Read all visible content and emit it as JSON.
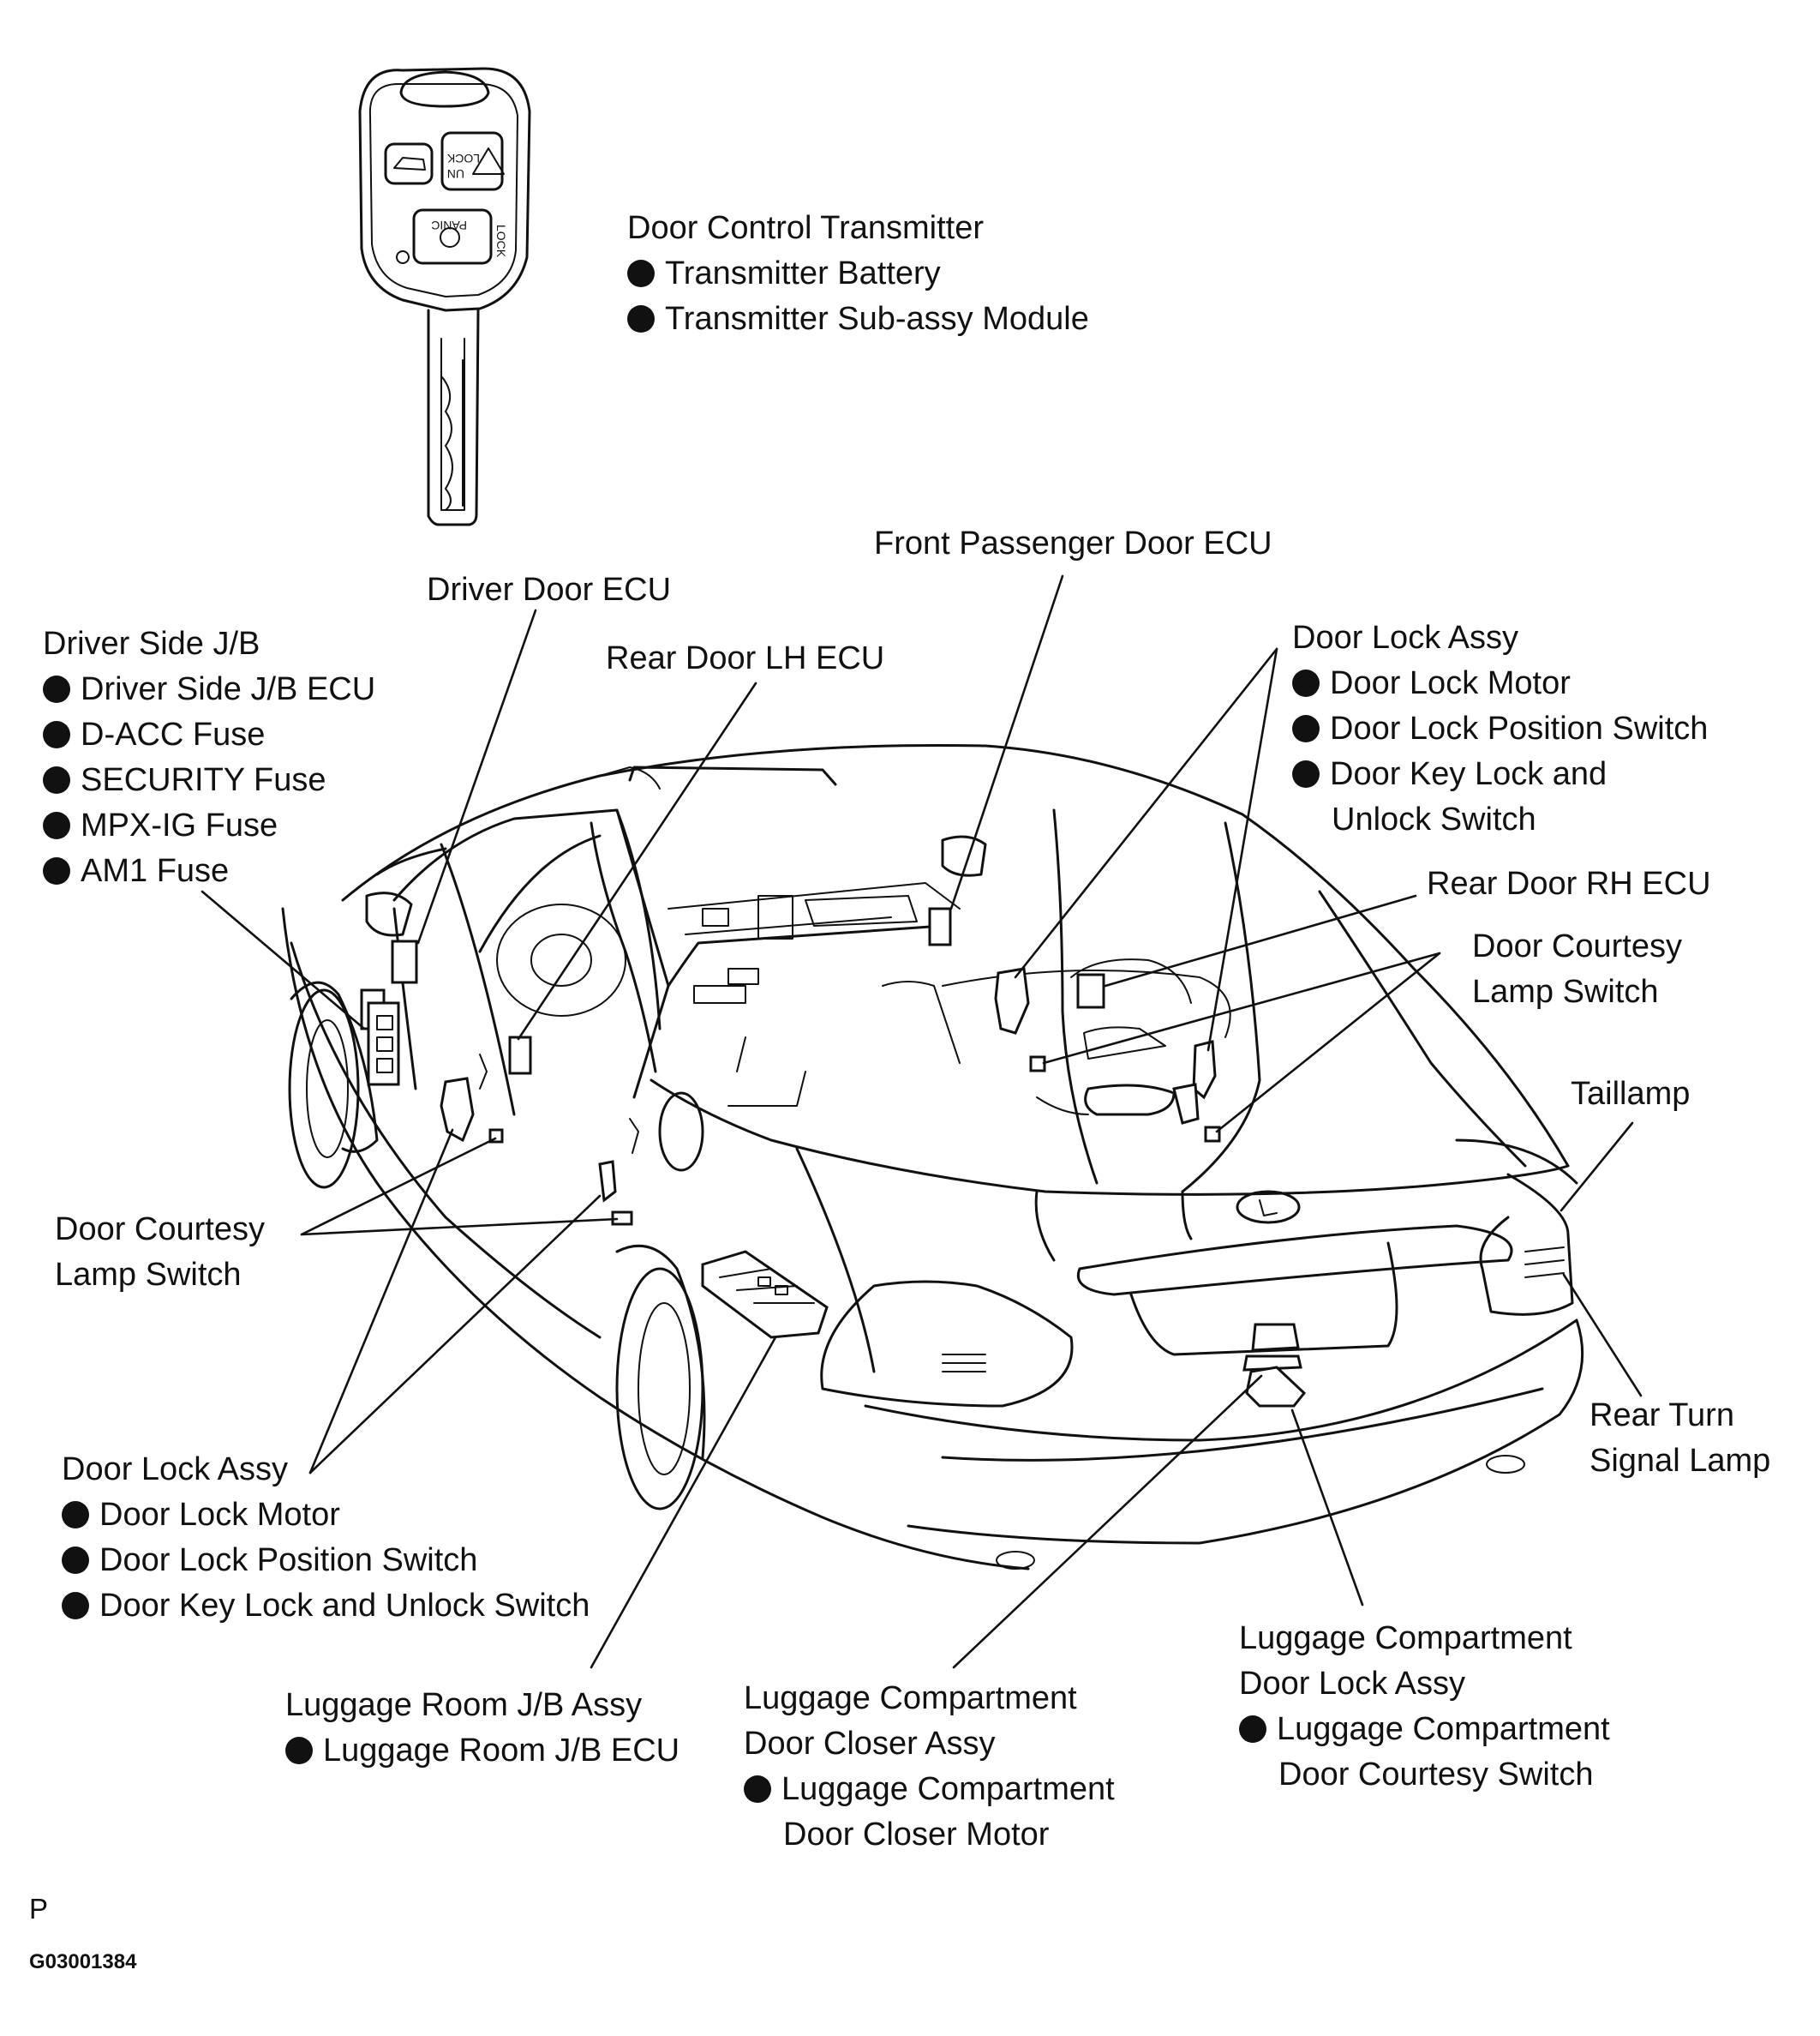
{
  "labels": {
    "transmitter": {
      "title": "Door Control Transmitter",
      "items": [
        "Transmitter Battery",
        "Transmitter Sub-assy Module"
      ]
    },
    "driver_jb": {
      "title": "Driver Side J/B",
      "items": [
        "Driver Side J/B ECU",
        "D-ACC Fuse",
        "SECURITY Fuse",
        "MPX-IG Fuse",
        "AM1 Fuse"
      ]
    },
    "driver_door_ecu": "Driver Door ECU",
    "rear_door_lh_ecu": "Rear Door LH ECU",
    "front_passenger_door_ecu": "Front Passenger Door ECU",
    "door_lock_assy_right": {
      "title": "Door Lock Assy",
      "items": [
        "Door Lock Motor",
        "Door Lock Position Switch",
        "Door Key Lock and"
      ],
      "continuation": "Unlock Switch"
    },
    "rear_door_rh_ecu": "Rear Door RH ECU",
    "door_courtesy_right": [
      "Door Courtesy",
      "Lamp Switch"
    ],
    "taillamp": "Taillamp",
    "door_courtesy_left": [
      "Door Courtesy",
      "Lamp Switch"
    ],
    "rear_turn_signal": [
      "Rear Turn",
      "Signal Lamp"
    ],
    "door_lock_assy_left": {
      "title": "Door Lock Assy",
      "items": [
        "Door Lock Motor",
        "Door Lock Position Switch",
        "Door Key Lock and Unlock Switch"
      ]
    },
    "luggage_room_jb": {
      "title": "Luggage Room J/B Assy",
      "items": [
        "Luggage Room J/B ECU"
      ]
    },
    "luggage_closer": {
      "title": [
        "Luggage Compartment",
        "Door Closer Assy"
      ],
      "item": "Luggage Compartment",
      "item_continuation": "Door Closer Motor"
    },
    "luggage_lock": {
      "title": [
        "Luggage Compartment",
        "Door Lock Assy"
      ],
      "item": "Luggage Compartment",
      "item_continuation": "Door Courtesy Switch"
    }
  },
  "key_buttons": {
    "unlock": [
      "UN",
      "LOCK"
    ],
    "lock": "LOCK",
    "panic": "PANIC"
  },
  "footer": {
    "letter": "P",
    "code": "G03001384"
  }
}
